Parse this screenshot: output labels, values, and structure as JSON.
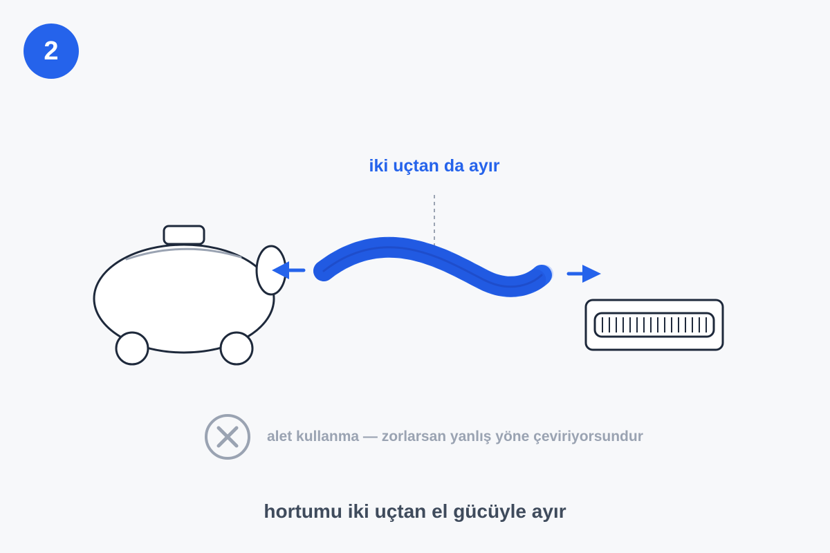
{
  "step": {
    "number": "2"
  },
  "diagram": {
    "callout": "iki uçtan da ayır",
    "warning": "alet kullanma — zorlarsan yanlış yöne çeviriyorsundur",
    "caption": "hortumu iki uçtan el gücüyle ayır"
  },
  "icons": {
    "step": "step-number-badge",
    "vacuum": "vacuum-cleaner-icon",
    "hose": "hose-icon",
    "attachment": "brush-attachment-icon",
    "warning": "prohibited-x-icon",
    "arrow_left": "arrow-left-icon",
    "arrow_right": "arrow-right-icon"
  },
  "colors": {
    "accent": "#2563eb",
    "accent_light": "#c8d7fb",
    "outline": "#1e293b",
    "muted": "#9aa3b2",
    "caption": "#3f4b5c",
    "background": "#f7f8fa"
  }
}
